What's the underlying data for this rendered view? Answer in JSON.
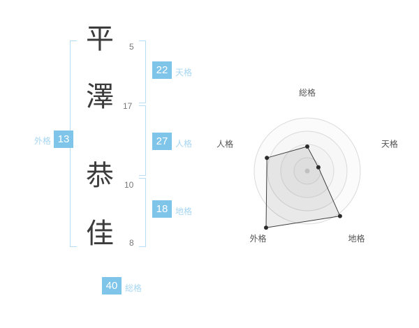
{
  "name": {
    "characters": [
      {
        "char": "平",
        "strokes": "5"
      },
      {
        "char": "澤",
        "strokes": "17"
      },
      {
        "char": "恭",
        "strokes": "10"
      },
      {
        "char": "佳",
        "strokes": "8"
      }
    ]
  },
  "kaku": {
    "tenkaku": {
      "value": "22",
      "label": "天格"
    },
    "jinkaku": {
      "value": "27",
      "label": "人格"
    },
    "chikaku": {
      "value": "18",
      "label": "地格"
    },
    "gaikaku": {
      "value": "13",
      "label": "外格"
    },
    "soukaku": {
      "value": "40",
      "label": "総格"
    }
  },
  "colors": {
    "accent": "#7fc5ea",
    "label_text": "#a7d6f1",
    "bracket": "#b5ddf3"
  },
  "chart_data": {
    "type": "radar",
    "axes": [
      "総格",
      "天格",
      "地格",
      "外格",
      "人格"
    ],
    "values": [
      46,
      22,
      105,
      132,
      80
    ],
    "axis_max": 100,
    "ring_count": 4,
    "title": "",
    "legend": "none"
  }
}
